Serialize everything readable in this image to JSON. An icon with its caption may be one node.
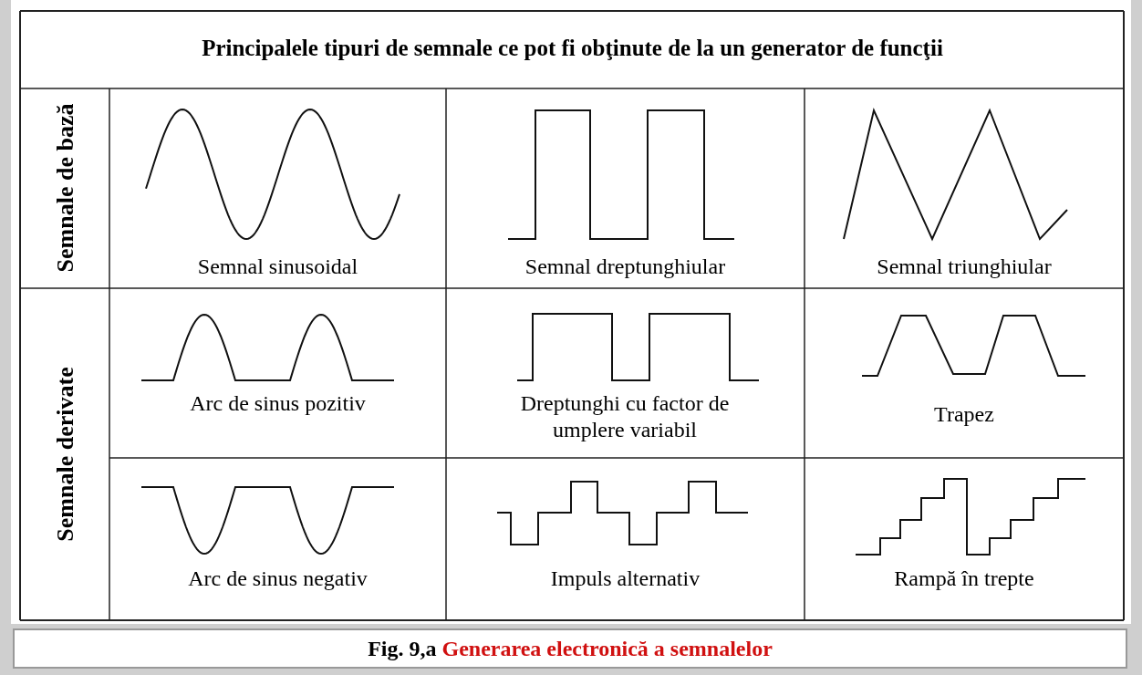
{
  "diagram": {
    "title": "Principalele tipuri de semnale ce pot fi obţinute de la un  generator de funcţii",
    "caption": "Fig. 9,a Generarea electronică a semnalelor",
    "labels": [
      "Semnale de bază",
      "Semnal sinusoidal",
      "Semnal dreptunghiular",
      "Semnal triunghiular",
      "Semnale derivate",
      "Arc de sinus pozitiv",
      "Dreptunghi cu factor de umplere variabil",
      "Trapez",
      "Arc de sinus negativ",
      "Impuls alternativ",
      "Rampă în trepte"
    ]
  }
}
